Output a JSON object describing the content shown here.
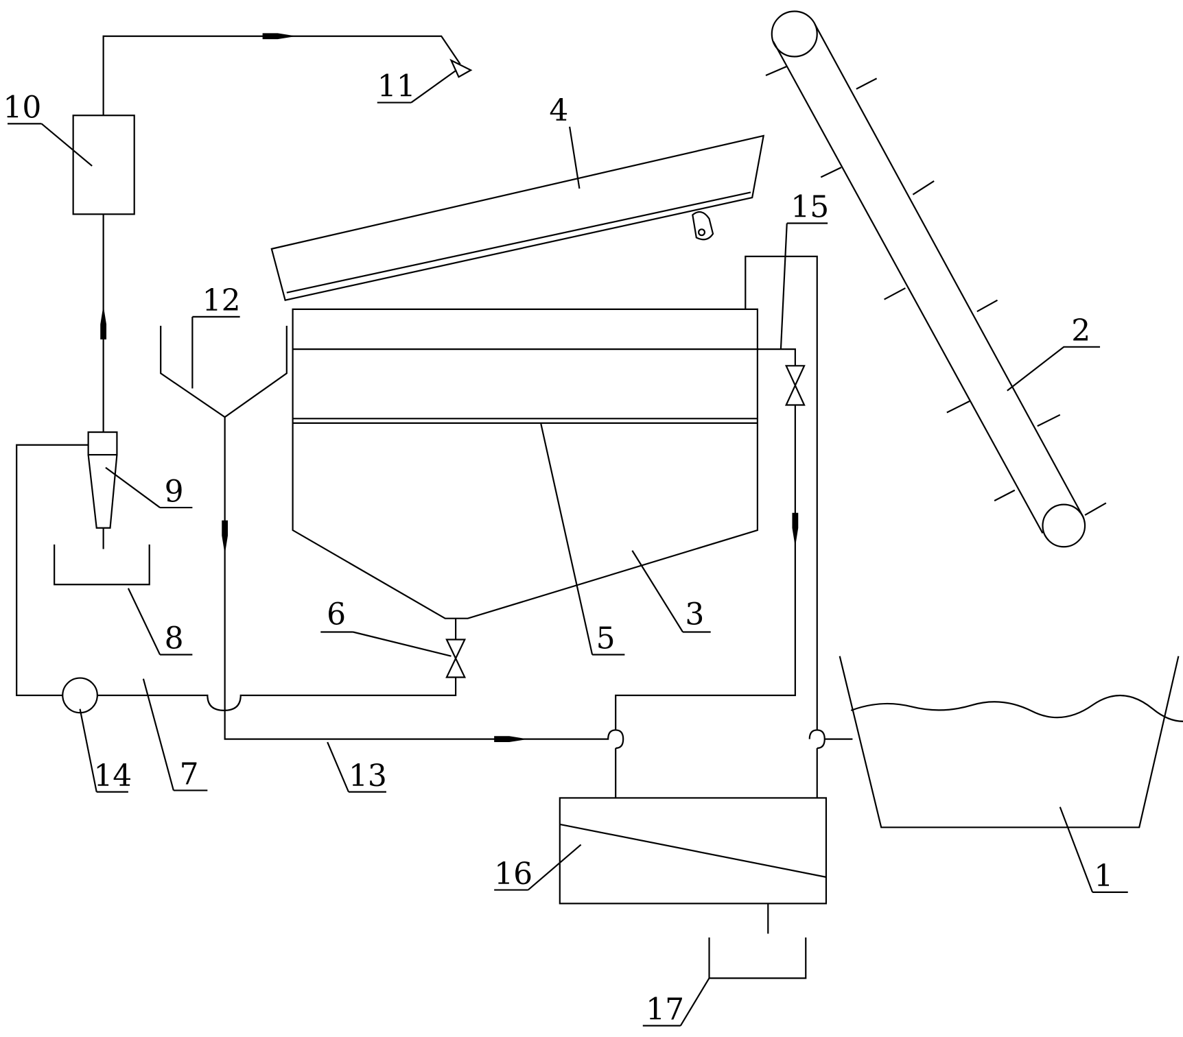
{
  "labels": {
    "n1": "1",
    "n2": "2",
    "n3": "3",
    "n4": "4",
    "n5": "5",
    "n6": "6",
    "n7": "7",
    "n8": "8",
    "n9": "9",
    "n10": "10",
    "n11": "11",
    "n12": "12",
    "n13": "13",
    "n14": "14",
    "n15": "15",
    "n16": "16",
    "n17": "17"
  },
  "colors": {
    "line": "#000000",
    "background": "#ffffff"
  }
}
